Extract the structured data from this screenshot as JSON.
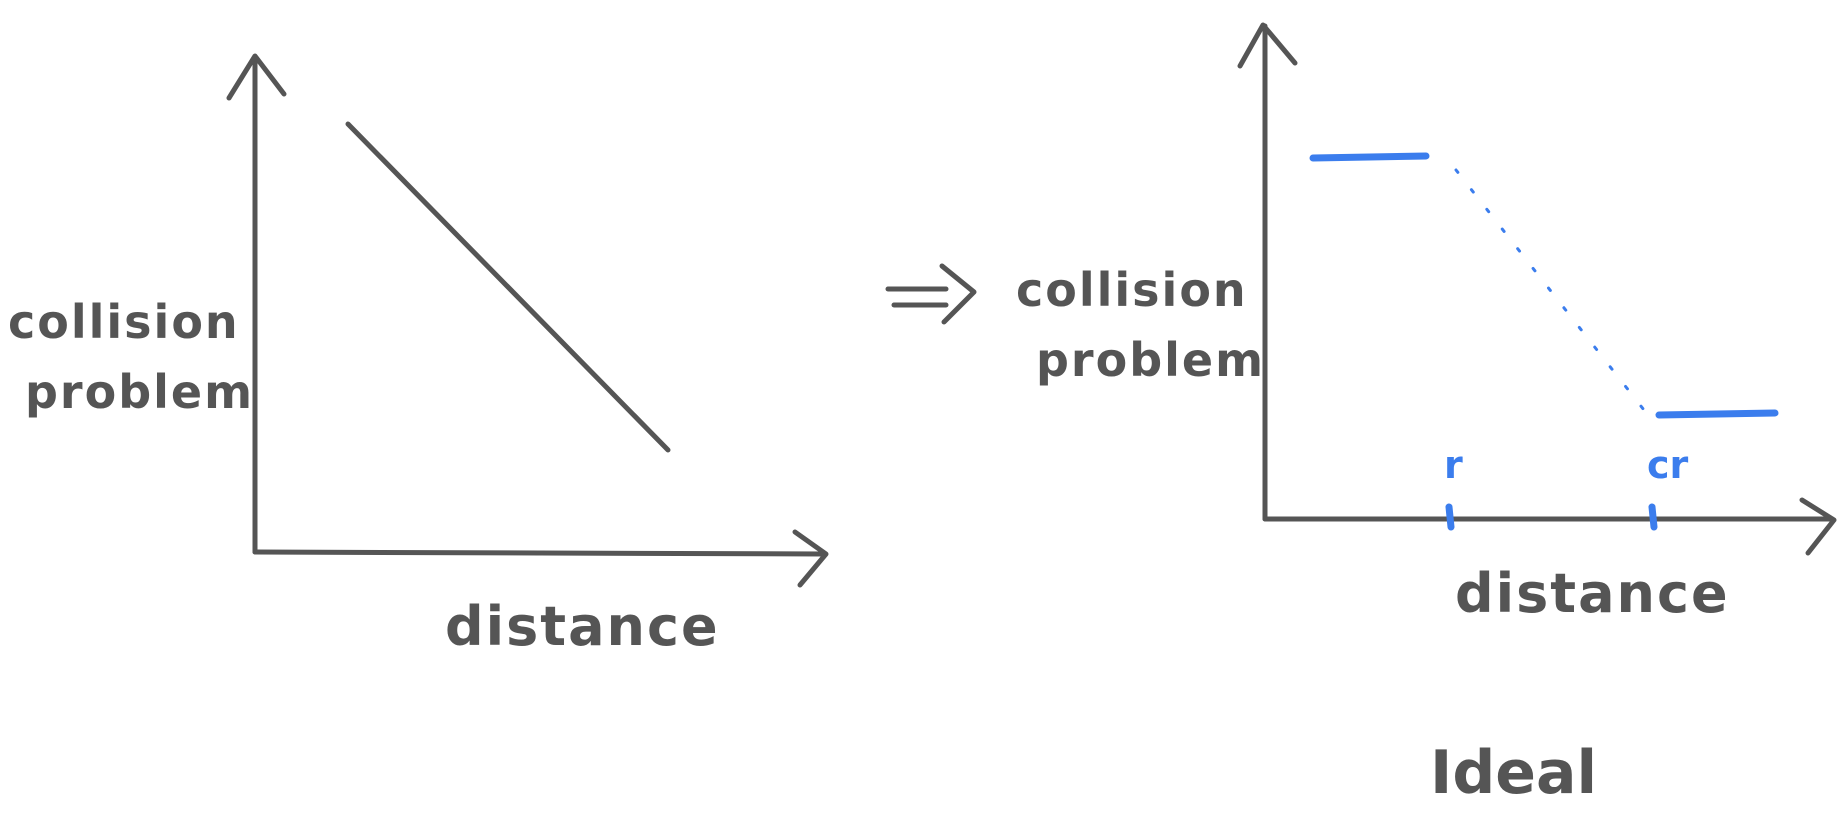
{
  "left_graph": {
    "ylabel_line1": "collision",
    "ylabel_line2": "problem",
    "xlabel": "distance"
  },
  "implies_arrow": {
    "icon": "double-arrow-right-icon"
  },
  "right_graph": {
    "ylabel_line1": "collision",
    "ylabel_line2": "problem",
    "xlabel": "distance",
    "tick_r": "r",
    "tick_cr": "cr",
    "caption": "Ideal",
    "accent_color": "#3b7ded"
  },
  "colors": {
    "ink": "#555555",
    "accent": "#3b7ded",
    "background": "#ffffff"
  }
}
